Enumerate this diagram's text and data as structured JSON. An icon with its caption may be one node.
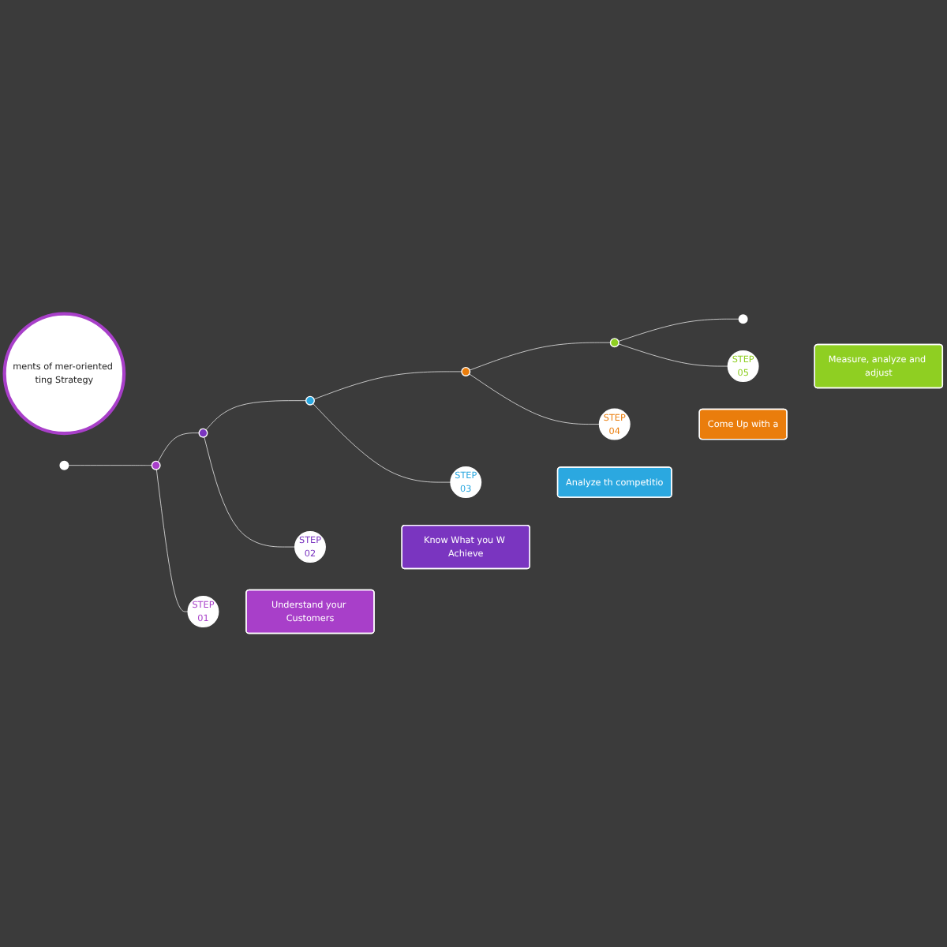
{
  "diagram": {
    "nodes": [
      {
        "text": [
          "ments of mer-oriented ting Strategy"
        ]
      },
      {
        "text": [],
        "shape": "circle"
      },
      {
        "text": [],
        "shape": "circle"
      },
      {
        "text": [],
        "shape": "circle"
      },
      {
        "text": [],
        "shape": "circle"
      },
      {
        "text": [],
        "shape": "circle"
      },
      {
        "text": [],
        "shape": "circle"
      },
      {
        "text": [],
        "shape": "circle"
      },
      {
        "text": [
          "STEP",
          "01"
        ]
      },
      {
        "text": [
          "STEP",
          "02"
        ]
      },
      {
        "text": [
          "STEP",
          "03"
        ]
      },
      {
        "text": [
          "STEP",
          "04"
        ]
      },
      {
        "text": [
          "STEP",
          "05"
        ]
      },
      {
        "text": [
          "Understand your Customers"
        ]
      },
      {
        "text": [
          "Know What you W Achieve"
        ]
      },
      {
        "text": [
          "Analyze th competitio"
        ]
      },
      {
        "text": [
          "Come Up with a"
        ]
      },
      {
        "text": [
          "Measure, analyze and adjust"
        ]
      }
    ],
    "edges": [
      {
        "from": 1,
        "to": 2,
        "arrow": "none"
      },
      {
        "from": 2,
        "to": 3,
        "arrow": "none"
      },
      {
        "from": 3,
        "to": 4,
        "arrow": "none"
      },
      {
        "from": 4,
        "to": 5,
        "arrow": "none"
      },
      {
        "from": 5,
        "to": 6,
        "arrow": "none"
      },
      {
        "from": 6,
        "to": 7,
        "arrow": "none"
      },
      {
        "from": 2,
        "to": 8,
        "arrow": "none"
      },
      {
        "from": 3,
        "to": 9,
        "arrow": "none"
      },
      {
        "from": 4,
        "to": 10,
        "arrow": "none"
      },
      {
        "from": 5,
        "to": 11,
        "arrow": "none"
      },
      {
        "from": 6,
        "to": 12,
        "arrow": "none"
      }
    ]
  }
}
